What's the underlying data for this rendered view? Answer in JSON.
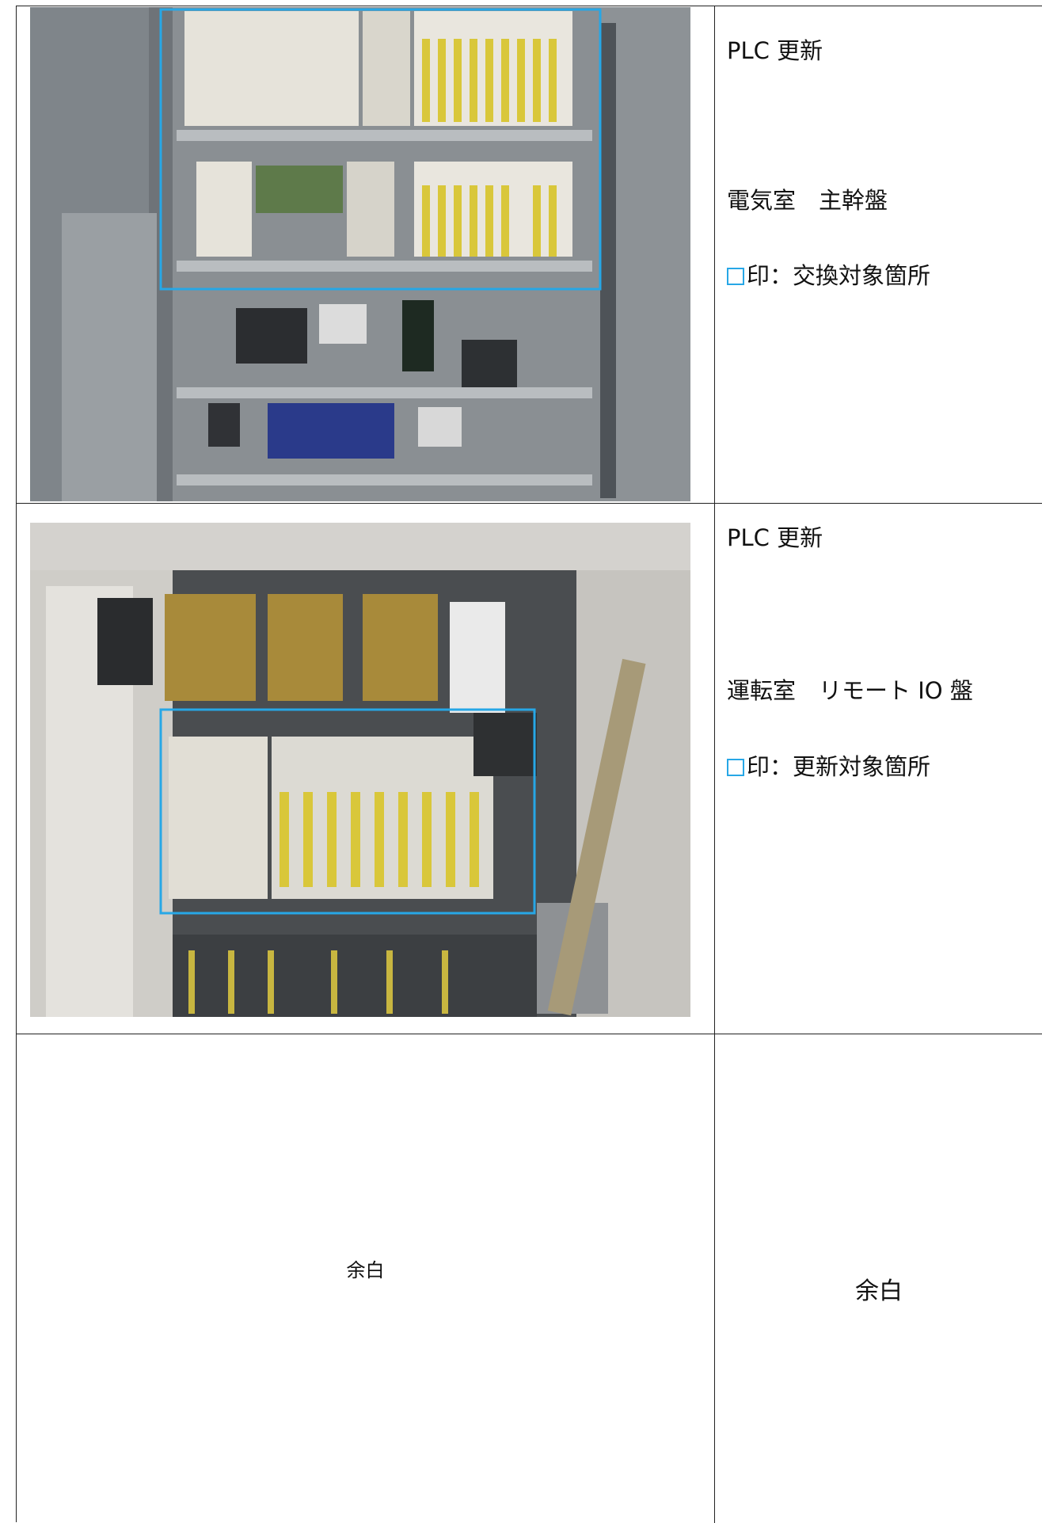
{
  "rows": [
    {
      "photo_icon": "plc-cabinet-photo",
      "title": "PLC 更新",
      "location": "電気室　主幹盤",
      "legend": "印：交換対象箇所",
      "highlight_color": "#27a7e6"
    },
    {
      "photo_icon": "remote-io-cabinet-photo",
      "title": "PLC 更新",
      "location": "運転室　リモート IO 盤",
      "legend": "印：更新対象箇所",
      "highlight_color": "#27a7e6"
    }
  ],
  "blank": {
    "left": "余白",
    "right": "余白"
  }
}
